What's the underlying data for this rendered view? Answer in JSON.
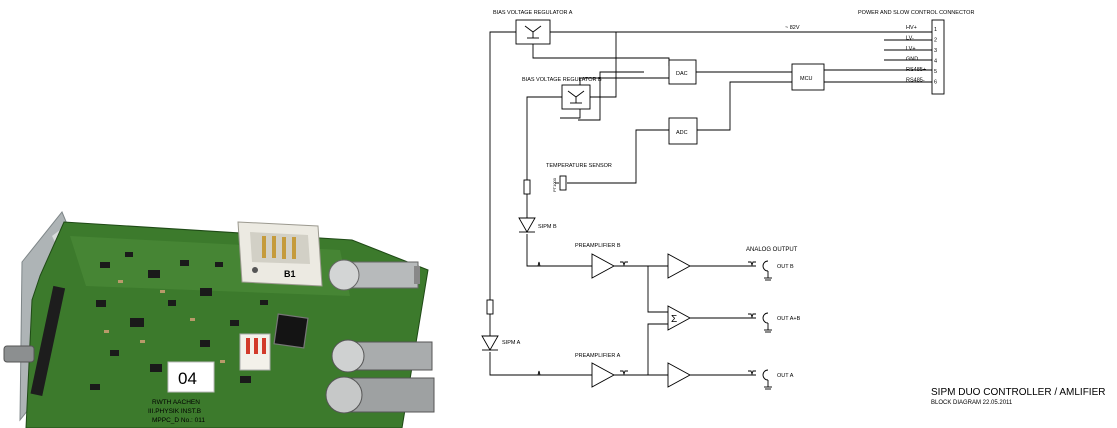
{
  "photo": {
    "label_number": "04",
    "connector_marking": "B1",
    "silk_line1": "RWTH AACHEN",
    "silk_line2": "III.PHYSIK INST.B",
    "silk_line3": "MPPC_D   No.: 011"
  },
  "diagram": {
    "bias_regulator_a": "BIAS VOLTAGE REGULATOR A",
    "bias_regulator_b": "BIAS VOLTAGE REGULATOR B",
    "voltage_note": "~ 82V",
    "connector_title": "POWER AND SLOW CONTROL CONNECTOR",
    "connector_pins": [
      {
        "name": "HV+",
        "num": "1"
      },
      {
        "name": "LV-",
        "num": "2"
      },
      {
        "name": "LV+",
        "num": "3"
      },
      {
        "name": "GND",
        "num": "4"
      },
      {
        "name": "RS485+",
        "num": "5"
      },
      {
        "name": "RS485-",
        "num": "6"
      }
    ],
    "dac": "DAC",
    "mcu": "MCU",
    "adc": "ADC",
    "temp_sensor": "TEMPERATURE SENSOR",
    "temp_part": "PT1000",
    "sipm_b": "SIPM B",
    "sipm_a": "SIPM A",
    "preamp_b": "PREAMPLIFIER B",
    "preamp_a": "PREAMPLIFIER A",
    "analog_output": "ANALOG OUTPUT",
    "out_b": "OUT B",
    "out_ab": "OUT A+B",
    "out_a": "OUT A",
    "sum_symbol": "Σ",
    "title_main": "SIPM DUO CONTROLLER / AMLIFIER",
    "title_sub": "BLOCK DIAGRAM 22.05.2011"
  }
}
